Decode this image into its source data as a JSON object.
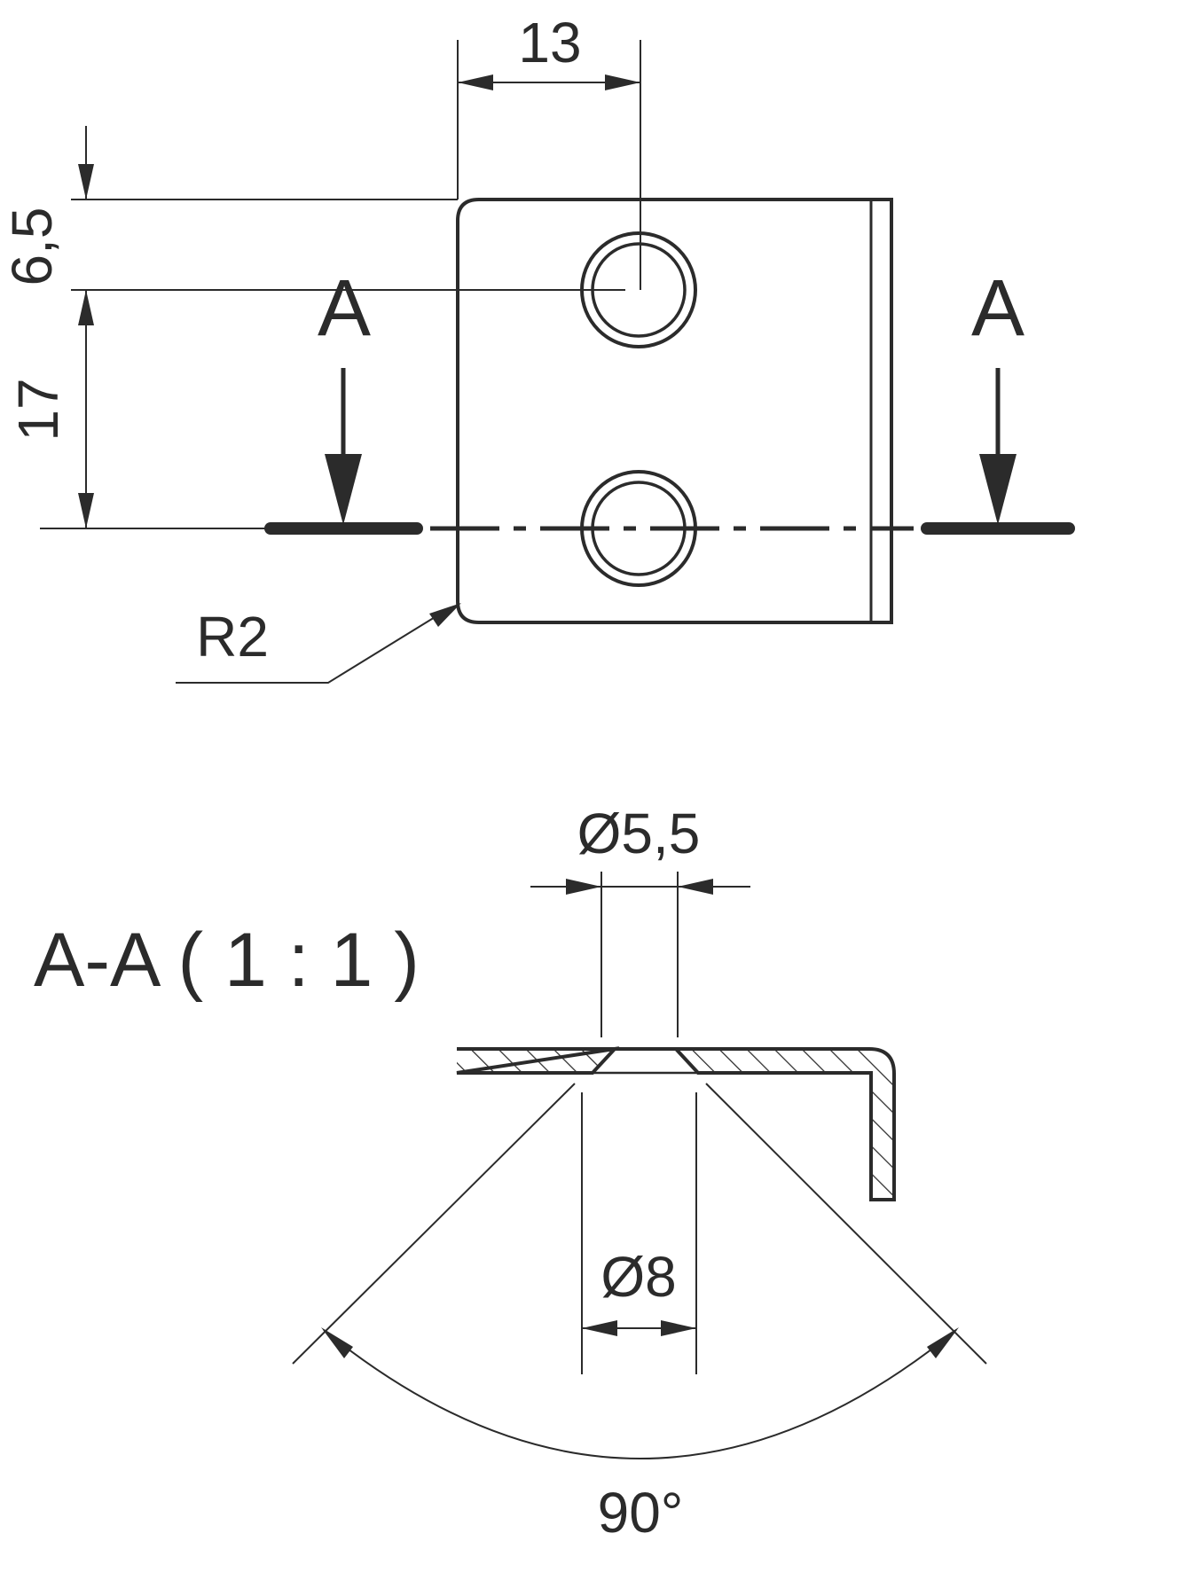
{
  "drawing": {
    "line_color": "#2b2b2b",
    "background": "#ffffff",
    "top_view": {
      "dim_hole_offset": "13",
      "dim_top_to_hole": "6,5",
      "dim_hole_spacing": "17",
      "corner_radius": "R2",
      "section_mark_left": "A",
      "section_mark_right": "A"
    },
    "section_view": {
      "title": "A-A ( 1 : 1 )",
      "dim_hole_diameter": "Ø5,5",
      "dim_countersink_diameter": "Ø8",
      "dim_countersink_angle": "90°"
    }
  }
}
